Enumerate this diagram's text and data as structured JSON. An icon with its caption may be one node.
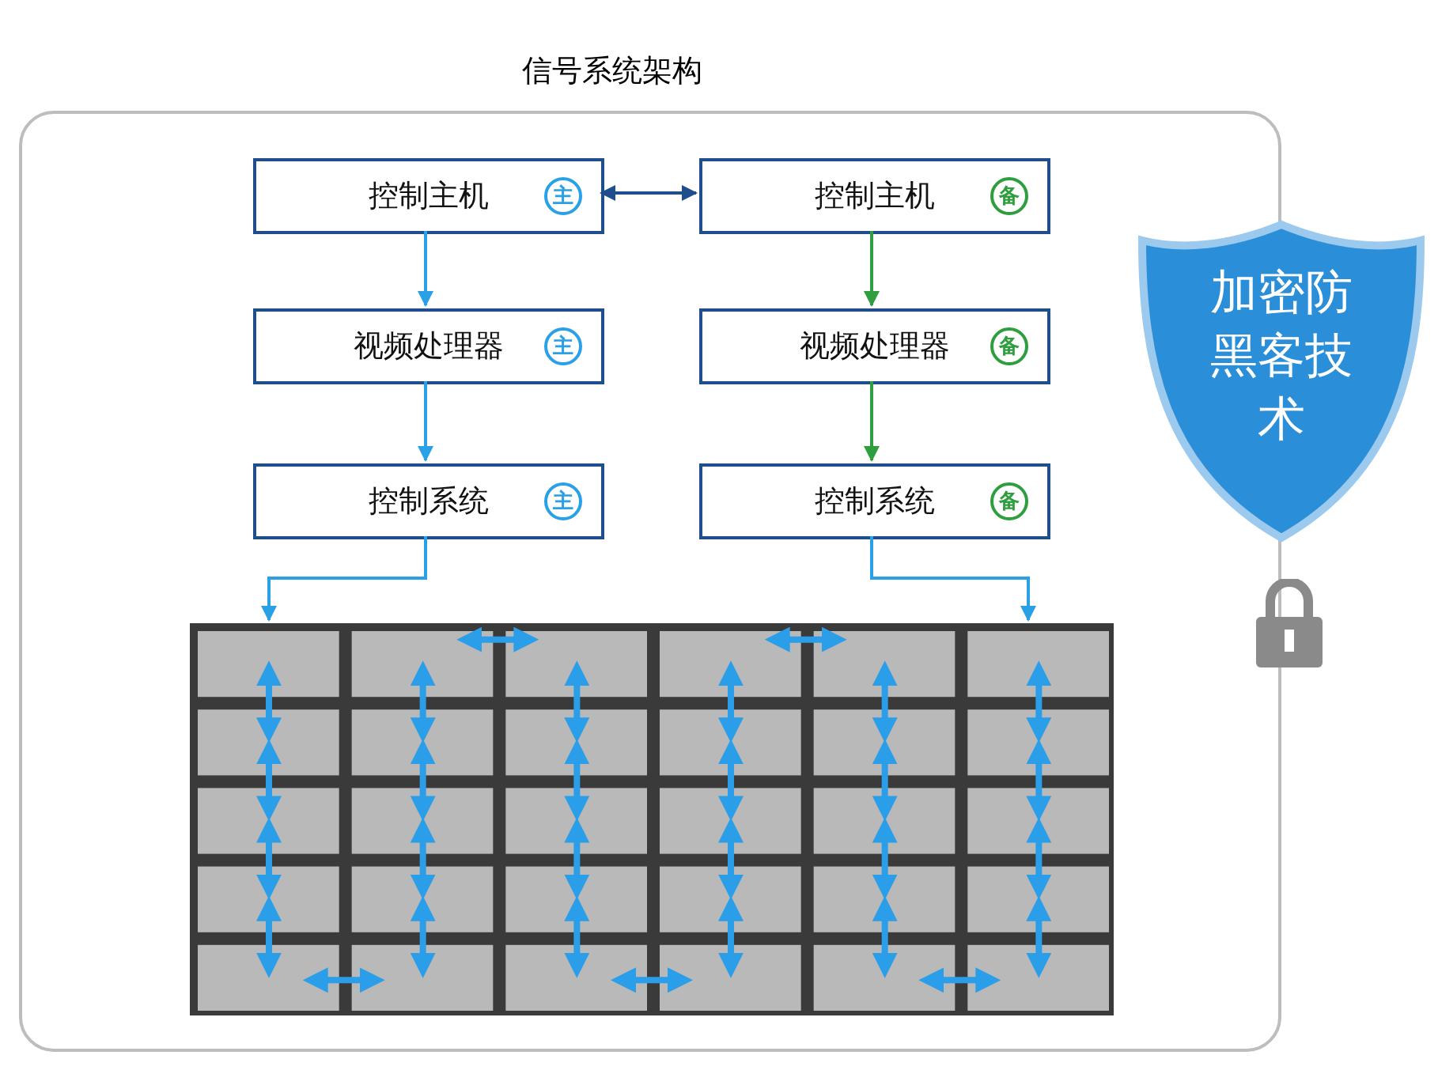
{
  "diagram": {
    "title": "信号系统架构",
    "nodes": [
      {
        "text": [],
        "shape": "box"
      },
      {
        "text": [
          "控制主机",
          "主"
        ],
        "in": 0
      },
      {
        "text": [
          "控制主机",
          "备"
        ],
        "in": 0
      },
      {
        "text": [
          "视频处理器",
          "主"
        ],
        "in": 0
      },
      {
        "text": [
          "视频处理器",
          "备"
        ],
        "in": 0
      },
      {
        "text": [
          "控制系统",
          "主"
        ],
        "in": 0
      },
      {
        "text": [
          "控制系统",
          "备"
        ],
        "in": 0
      },
      {
        "text": [],
        "shape": "picture",
        "in": 0
      },
      {
        "text": [
          "加密防黑客技术"
        ]
      }
    ],
    "edges": [
      {
        "from": 1,
        "to": 2,
        "arrow": "both",
        "color": "#1f4e8c"
      },
      {
        "from": 1,
        "to": 3,
        "arrow": "to",
        "color": "#2aa0e6"
      },
      {
        "from": 3,
        "to": 5,
        "arrow": "to",
        "color": "#2aa0e6"
      },
      {
        "from": 2,
        "to": 4,
        "arrow": "to",
        "color": "#2e9e3e"
      },
      {
        "from": 4,
        "to": 6,
        "arrow": "to",
        "color": "#2e9e3e"
      },
      {
        "from": 5,
        "to": 7,
        "arrow": "to",
        "color": "#2aa0e6"
      },
      {
        "from": 6,
        "to": 7,
        "arrow": "to",
        "color": "#2aa0e6"
      }
    ]
  }
}
